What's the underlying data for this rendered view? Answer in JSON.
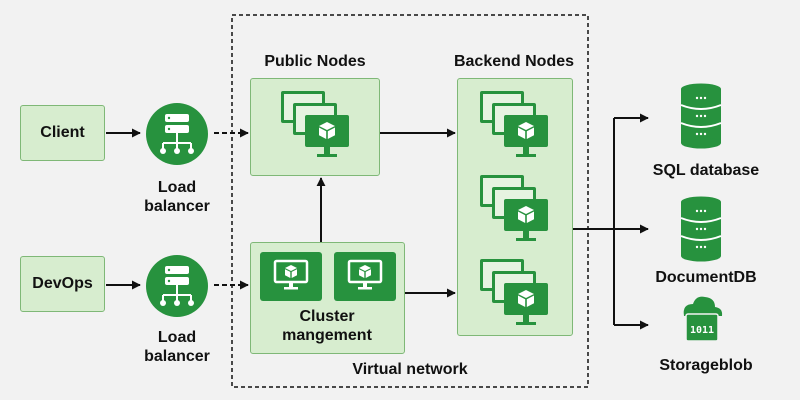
{
  "labels": {
    "client": "Client",
    "devops": "DevOps",
    "load_balancer_1_line1": "Load",
    "load_balancer_1_line2": "balancer",
    "load_balancer_2_line1": "Load",
    "load_balancer_2_line2": "balancer",
    "public_nodes": "Public Nodes",
    "backend_nodes": "Backend Nodes",
    "cluster_line1": "Cluster",
    "cluster_line2": "mangement",
    "virtual_network": "Virtual network",
    "sql_database": "SQL database",
    "documentdb": "DocumentDB",
    "storageblob": "Storageblob",
    "storage_icon_text": "1011"
  },
  "colors": {
    "accent_green": "#27923e",
    "box_fill": "#d7edcf",
    "box_border": "#7fb877",
    "background": "#f2f2f2"
  },
  "icons": [
    "load-balancer-icon",
    "server-cluster-icon",
    "monitor-cube-icon",
    "database-icon",
    "cloud-storage-icon"
  ]
}
